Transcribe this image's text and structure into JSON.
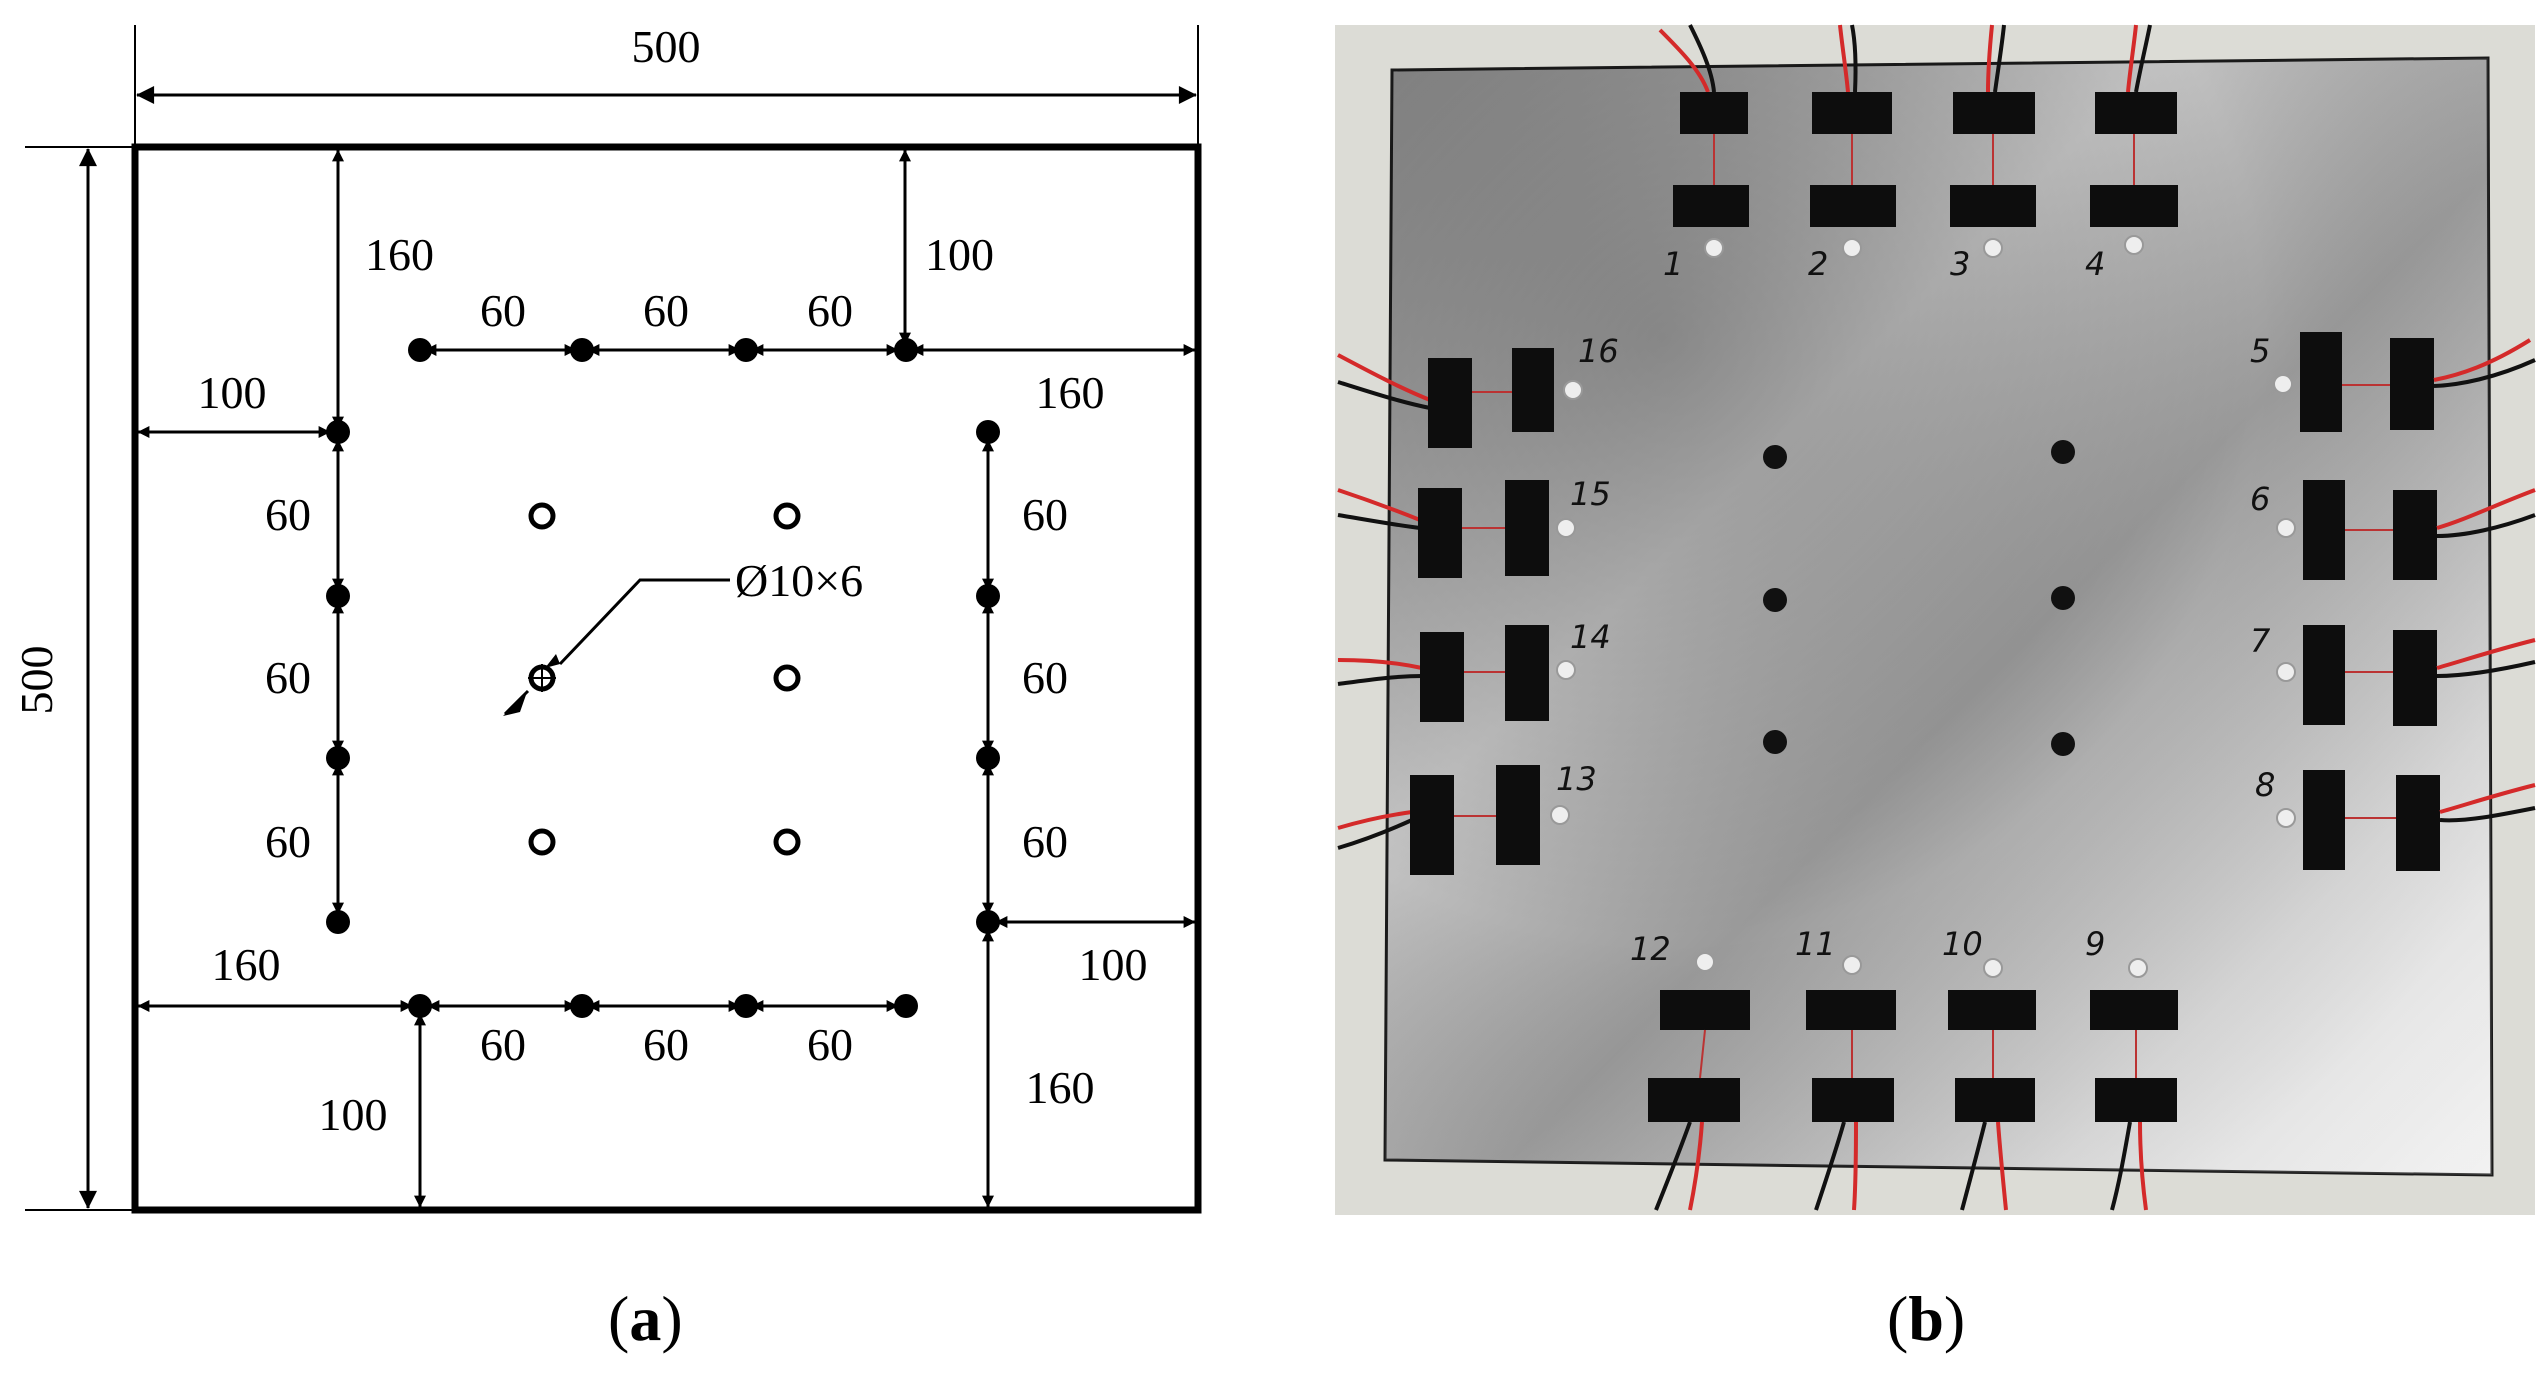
{
  "panel_a": {
    "top_width": "500",
    "left_height": "500",
    "top_gap_160": "160",
    "top_gap_100": "100",
    "top_row_60a": "60",
    "top_row_60b": "60",
    "top_row_60c": "60",
    "left_100": "100",
    "right_160": "160",
    "left_col_60a": "60",
    "left_col_60b": "60",
    "left_col_60c": "60",
    "right_col_60a": "60",
    "right_col_60b": "60",
    "right_col_60c": "60",
    "hole_label": "Ø10×6",
    "bottom_left_160": "160",
    "right_100": "100",
    "bottom_row_60a": "60",
    "bottom_row_60b": "60",
    "bottom_row_60c": "60",
    "bottom_100": "100",
    "bottom_right_160": "160",
    "caption_open": "(",
    "caption_letter": "a",
    "caption_close": ")"
  },
  "panel_b": {
    "sensor_labels": [
      "1",
      "2",
      "3",
      "4",
      "5",
      "6",
      "7",
      "8",
      "9",
      "10",
      "11",
      "12",
      "13",
      "14",
      "15",
      "16"
    ],
    "caption_open": "(",
    "caption_letter": "b",
    "caption_close": ")"
  },
  "colors": {
    "line": "#000000",
    "plate_light": "#c9c9c9",
    "plate_dark": "#6e6e6e",
    "background_photo": "#dcdcd6",
    "wire_red": "#d42a2a"
  }
}
